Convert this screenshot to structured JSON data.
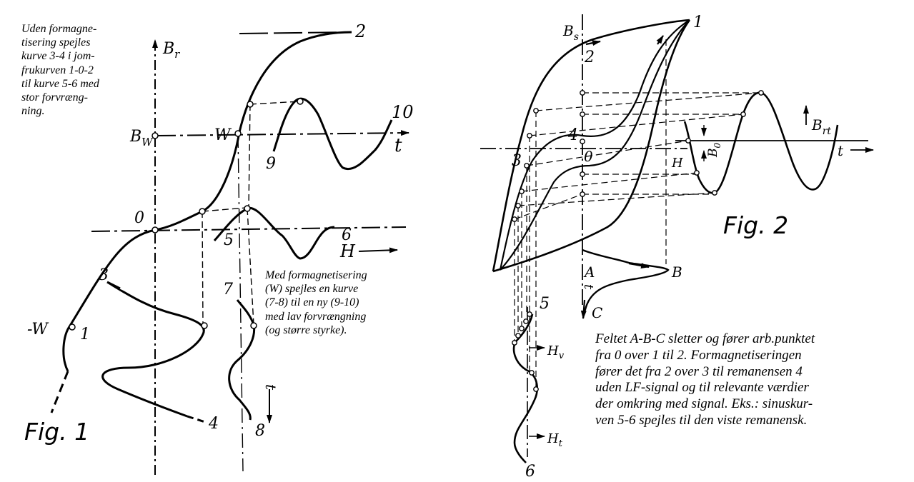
{
  "figure1": {
    "title": "Fig. 1",
    "note_top": [
      "Uden formagne-",
      "tisering spejles",
      "kurve 3-4 i jom-",
      "frukurven 1-0-2",
      "til kurve 5-6 med",
      "stor forvræng-",
      "ning."
    ],
    "note_bottom": [
      "Med formagnetisering",
      "(W) spejles en kurve",
      "(7-8) til en ny (9-10)",
      "med lav forvrængning",
      "(og større styrke)."
    ],
    "labels": {
      "br": "B",
      "br_sub": "r",
      "bw": "B",
      "bw_sub": "W",
      "w": "W",
      "neg_w": "-W",
      "origin": "0",
      "t": "t",
      "h": "H",
      "p1": "1",
      "p2": "2",
      "p3": "3",
      "p4": "4",
      "p5": "5",
      "p6": "6",
      "p7": "7",
      "p8": "8",
      "p9": "9",
      "p10": "10",
      "t_down": "t"
    }
  },
  "figure2": {
    "title": "Fig. 2",
    "note": [
      "Feltet A-B-C sletter og fører arb.punktet",
      "fra 0 over 1 til 2. Formagnetiseringen",
      "fører det fra 2 over 3 til remanensen 4",
      "uden LF-signal  og til relevante værdier",
      "der omkring med signal. Eks.: sinuskur-",
      "ven 5-6 spejles til den viste remanensk."
    ],
    "labels": {
      "bs": "B",
      "bs_sub": "s",
      "brt": "B",
      "brt_sub": "rt",
      "b0": "B",
      "b0_sub": "0",
      "hv": "H",
      "hv_sub": "v",
      "ht": "H",
      "ht_sub": "t",
      "h": "H",
      "t_right": "t",
      "t_down": "t",
      "origin": "0",
      "a": "A",
      "b": "B",
      "c": "C",
      "p1": "1",
      "p2": "2",
      "p3": "3",
      "p4": "4",
      "p5": "5",
      "p6": "6"
    }
  }
}
